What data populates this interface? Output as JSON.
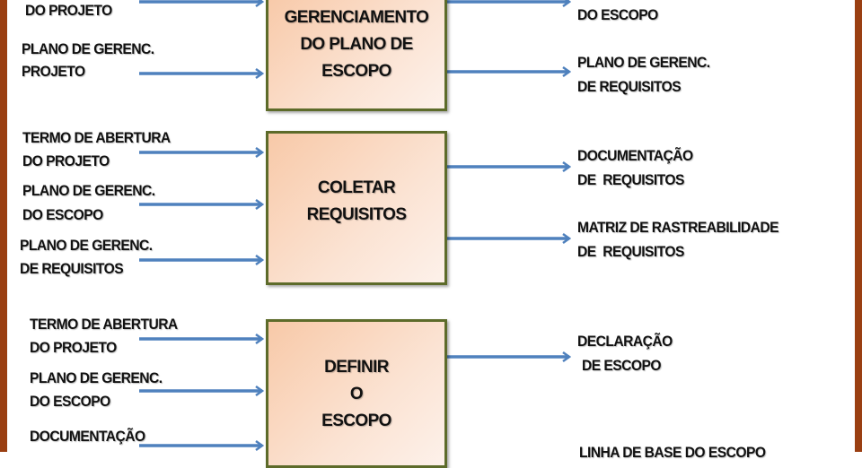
{
  "colors": {
    "frame": "#9a3f12",
    "box_border": "#5d6b2a",
    "box_fill": "#f8c9a8",
    "arrow": "#4f81bd"
  },
  "process1": {
    "title_lines": [
      "GERENCIAMENTO",
      "DO PLANO DE",
      "ESCOPO"
    ],
    "inputs": [
      [
        "DO PROJETO"
      ],
      [
        "PLANO DE GERENC.",
        "PROJETO"
      ]
    ],
    "outputs": [
      [
        "DO ESCOPO"
      ],
      [
        "PLANO DE GERENC.",
        "DE REQUISITOS"
      ]
    ]
  },
  "process2": {
    "title_lines": [
      "COLETAR",
      "REQUISITOS"
    ],
    "inputs": [
      [
        "TERMO DE ABERTURA",
        "DO PROJETO"
      ],
      [
        "PLANO DE GERENC.",
        "DO ESCOPO"
      ],
      [
        "PLANO DE GERENC.",
        "DE REQUISITOS"
      ]
    ],
    "outputs": [
      [
        "DOCUMENTAÇÃO",
        "DE  REQUISITOS"
      ],
      [
        "MATRIZ DE RASTREABILIDADE",
        "DE  REQUISITOS"
      ]
    ]
  },
  "process3": {
    "title_lines": [
      "DEFINIR",
      "O",
      "ESCOPO"
    ],
    "inputs": [
      [
        "TERMO DE ABERTURA",
        "DO PROJETO"
      ],
      [
        "PLANO DE GERENC.",
        "DO ESCOPO"
      ],
      [
        "DOCUMENTAÇÃO"
      ]
    ],
    "outputs": [
      [
        "DECLARAÇÃO",
        "DE ESCOPO"
      ],
      [
        "LINHA DE BASE DO ESCOPO"
      ]
    ]
  }
}
